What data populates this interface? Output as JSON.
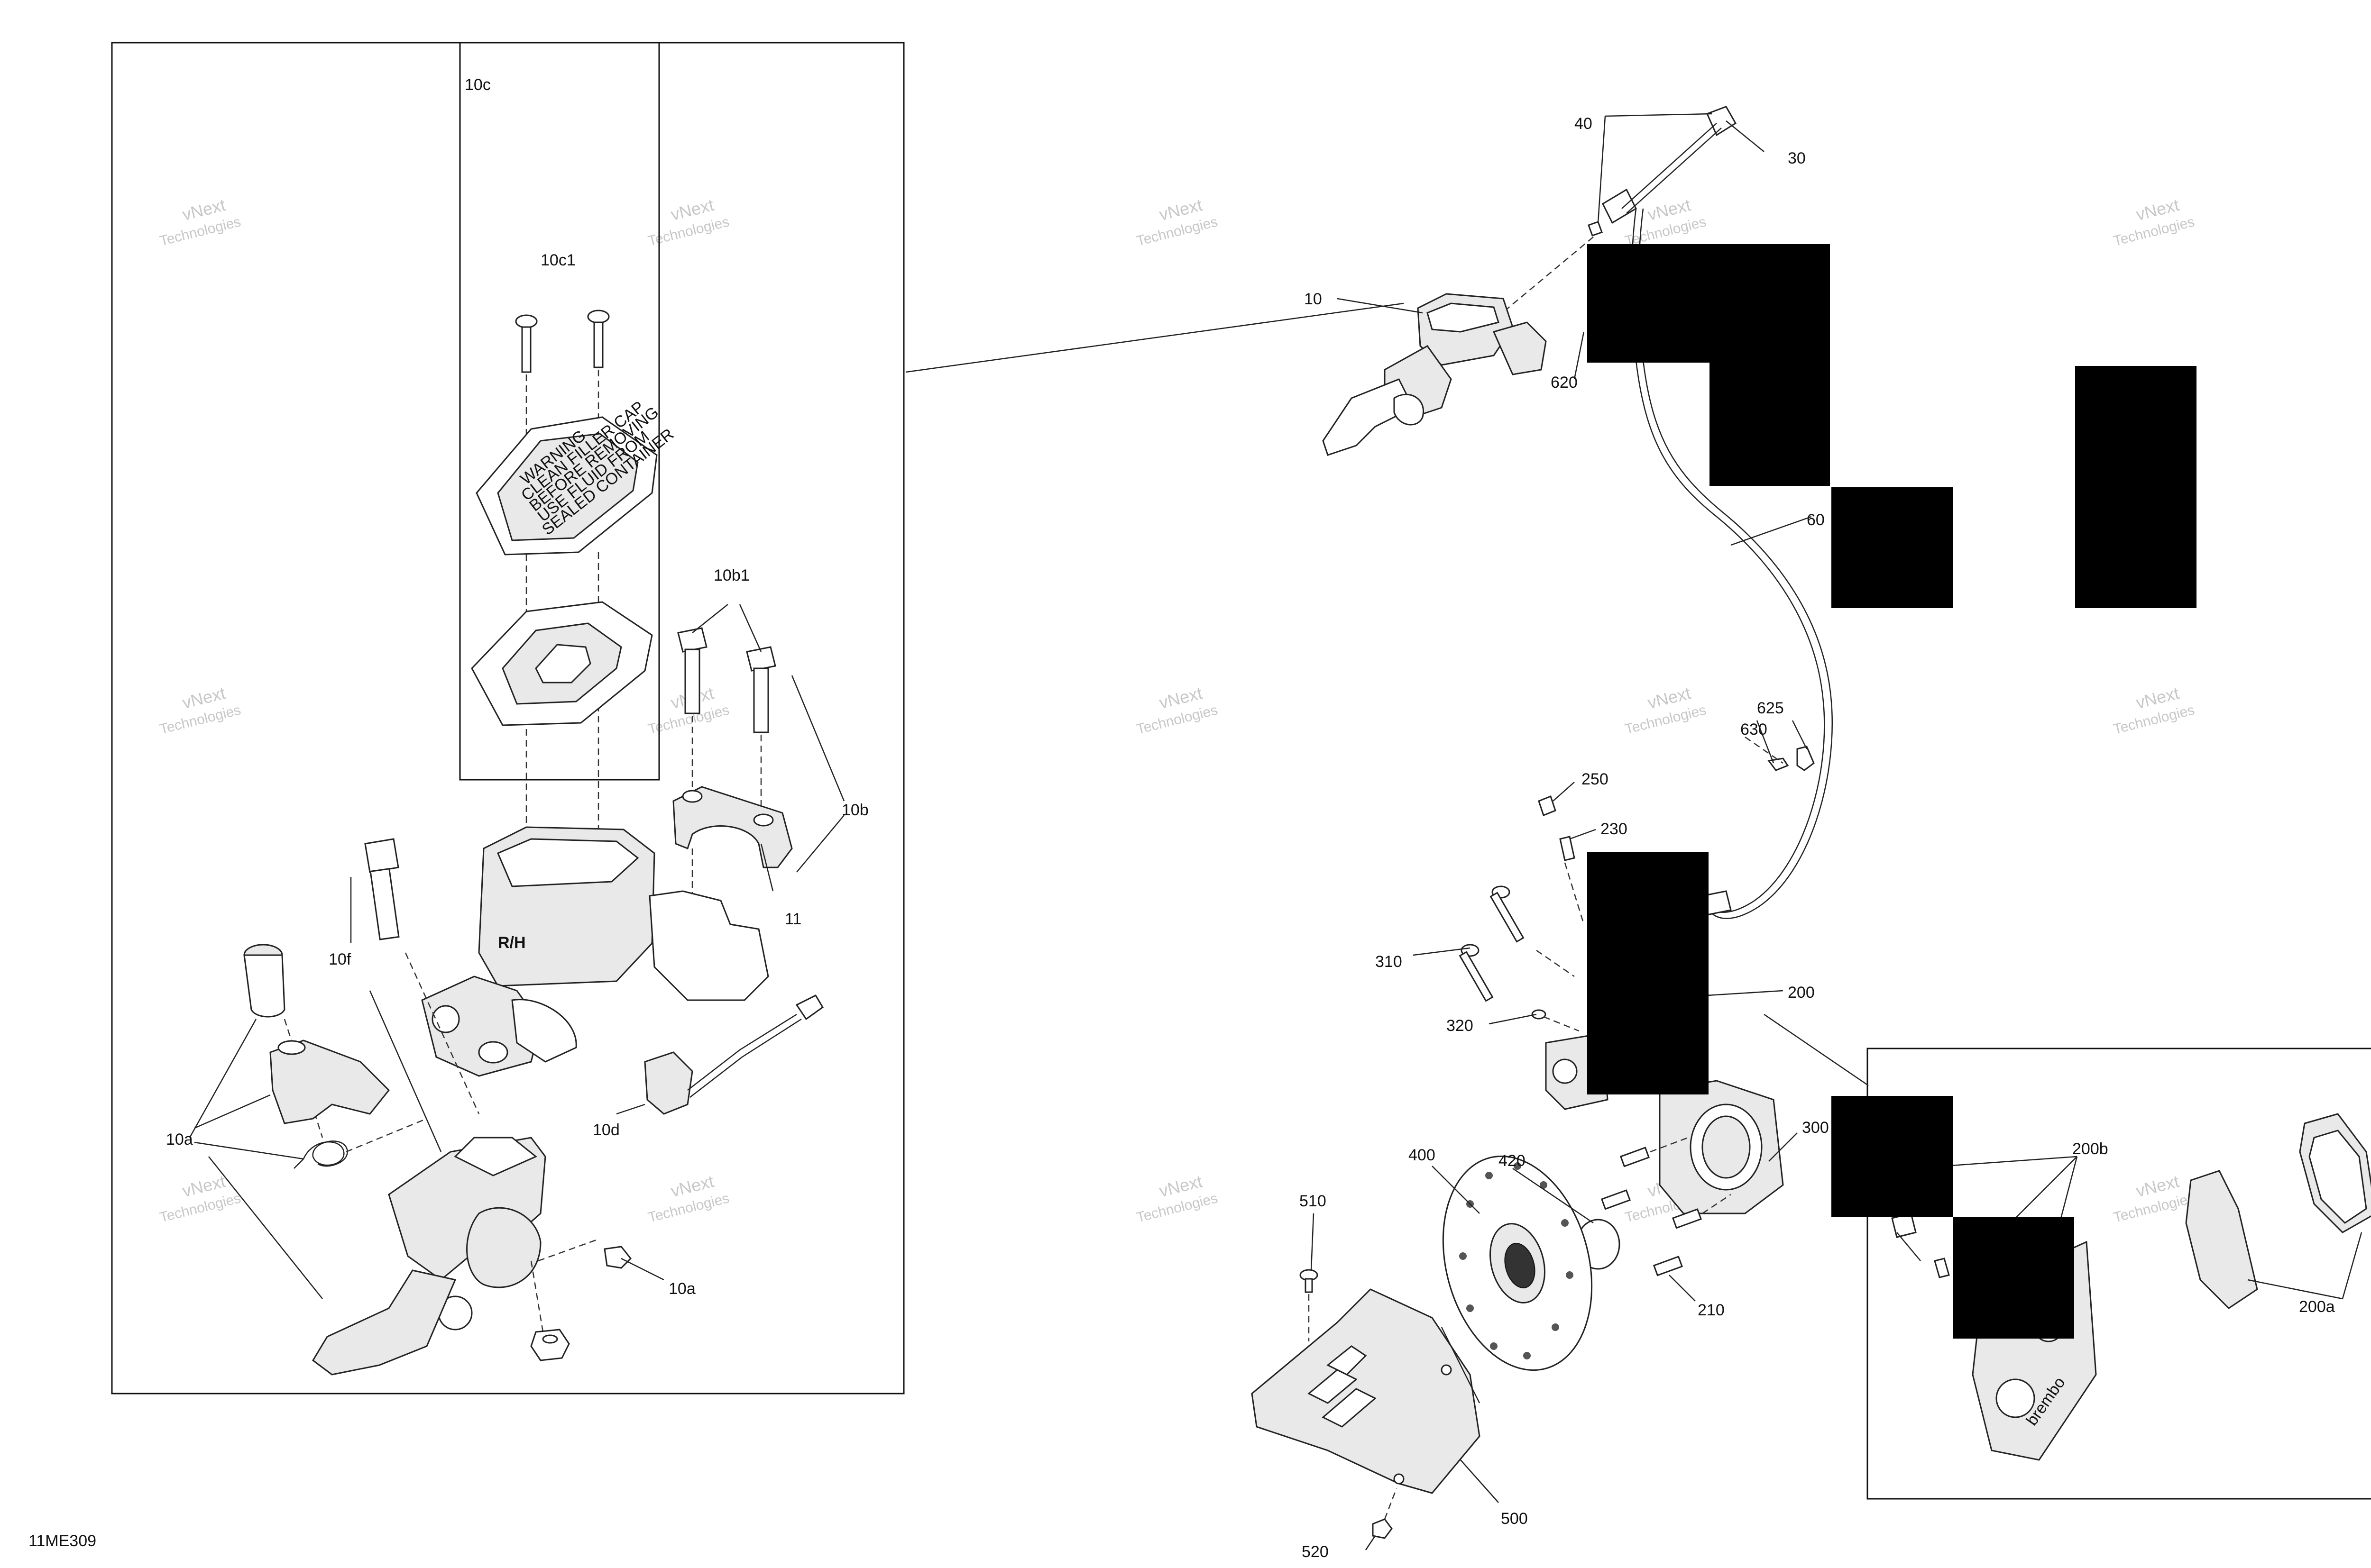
{
  "diagram_id": "11ME309",
  "watermark": {
    "line1": "vNext",
    "line2": "Technologies"
  },
  "callouts": {
    "c10c": "10c",
    "c10c1": "10c1",
    "c10b1": "10b1",
    "c10b": "10b",
    "c11": "11",
    "c10f": "10f",
    "c10a_left": "10a",
    "c10d": "10d",
    "c10a_bottom": "10a",
    "c40": "40",
    "c30": "30",
    "c10": "10",
    "c620": "620",
    "c600": "60",
    "c625": "625",
    "c630": "630",
    "c250": "250",
    "c230": "230",
    "c310": "310",
    "c320": "320",
    "c200": "200",
    "c300": "300",
    "c400": "400",
    "c420": "420",
    "c510": "510",
    "c210": "210",
    "c500": "500",
    "c520": "520",
    "c200b": "200b",
    "c200a": "200a"
  },
  "reservoir_cap_text": [
    "WARNING",
    "CLEAN FILLER CAP",
    "BEFORE REMOVING",
    "USE FLUID FROM",
    "SEALED CONTAINER"
  ],
  "body_logo": "R/H",
  "caliper_logo": "brembo",
  "colors": {
    "ink": "#111111",
    "redaction": "#000000",
    "watermark": "#9a9a9a"
  }
}
